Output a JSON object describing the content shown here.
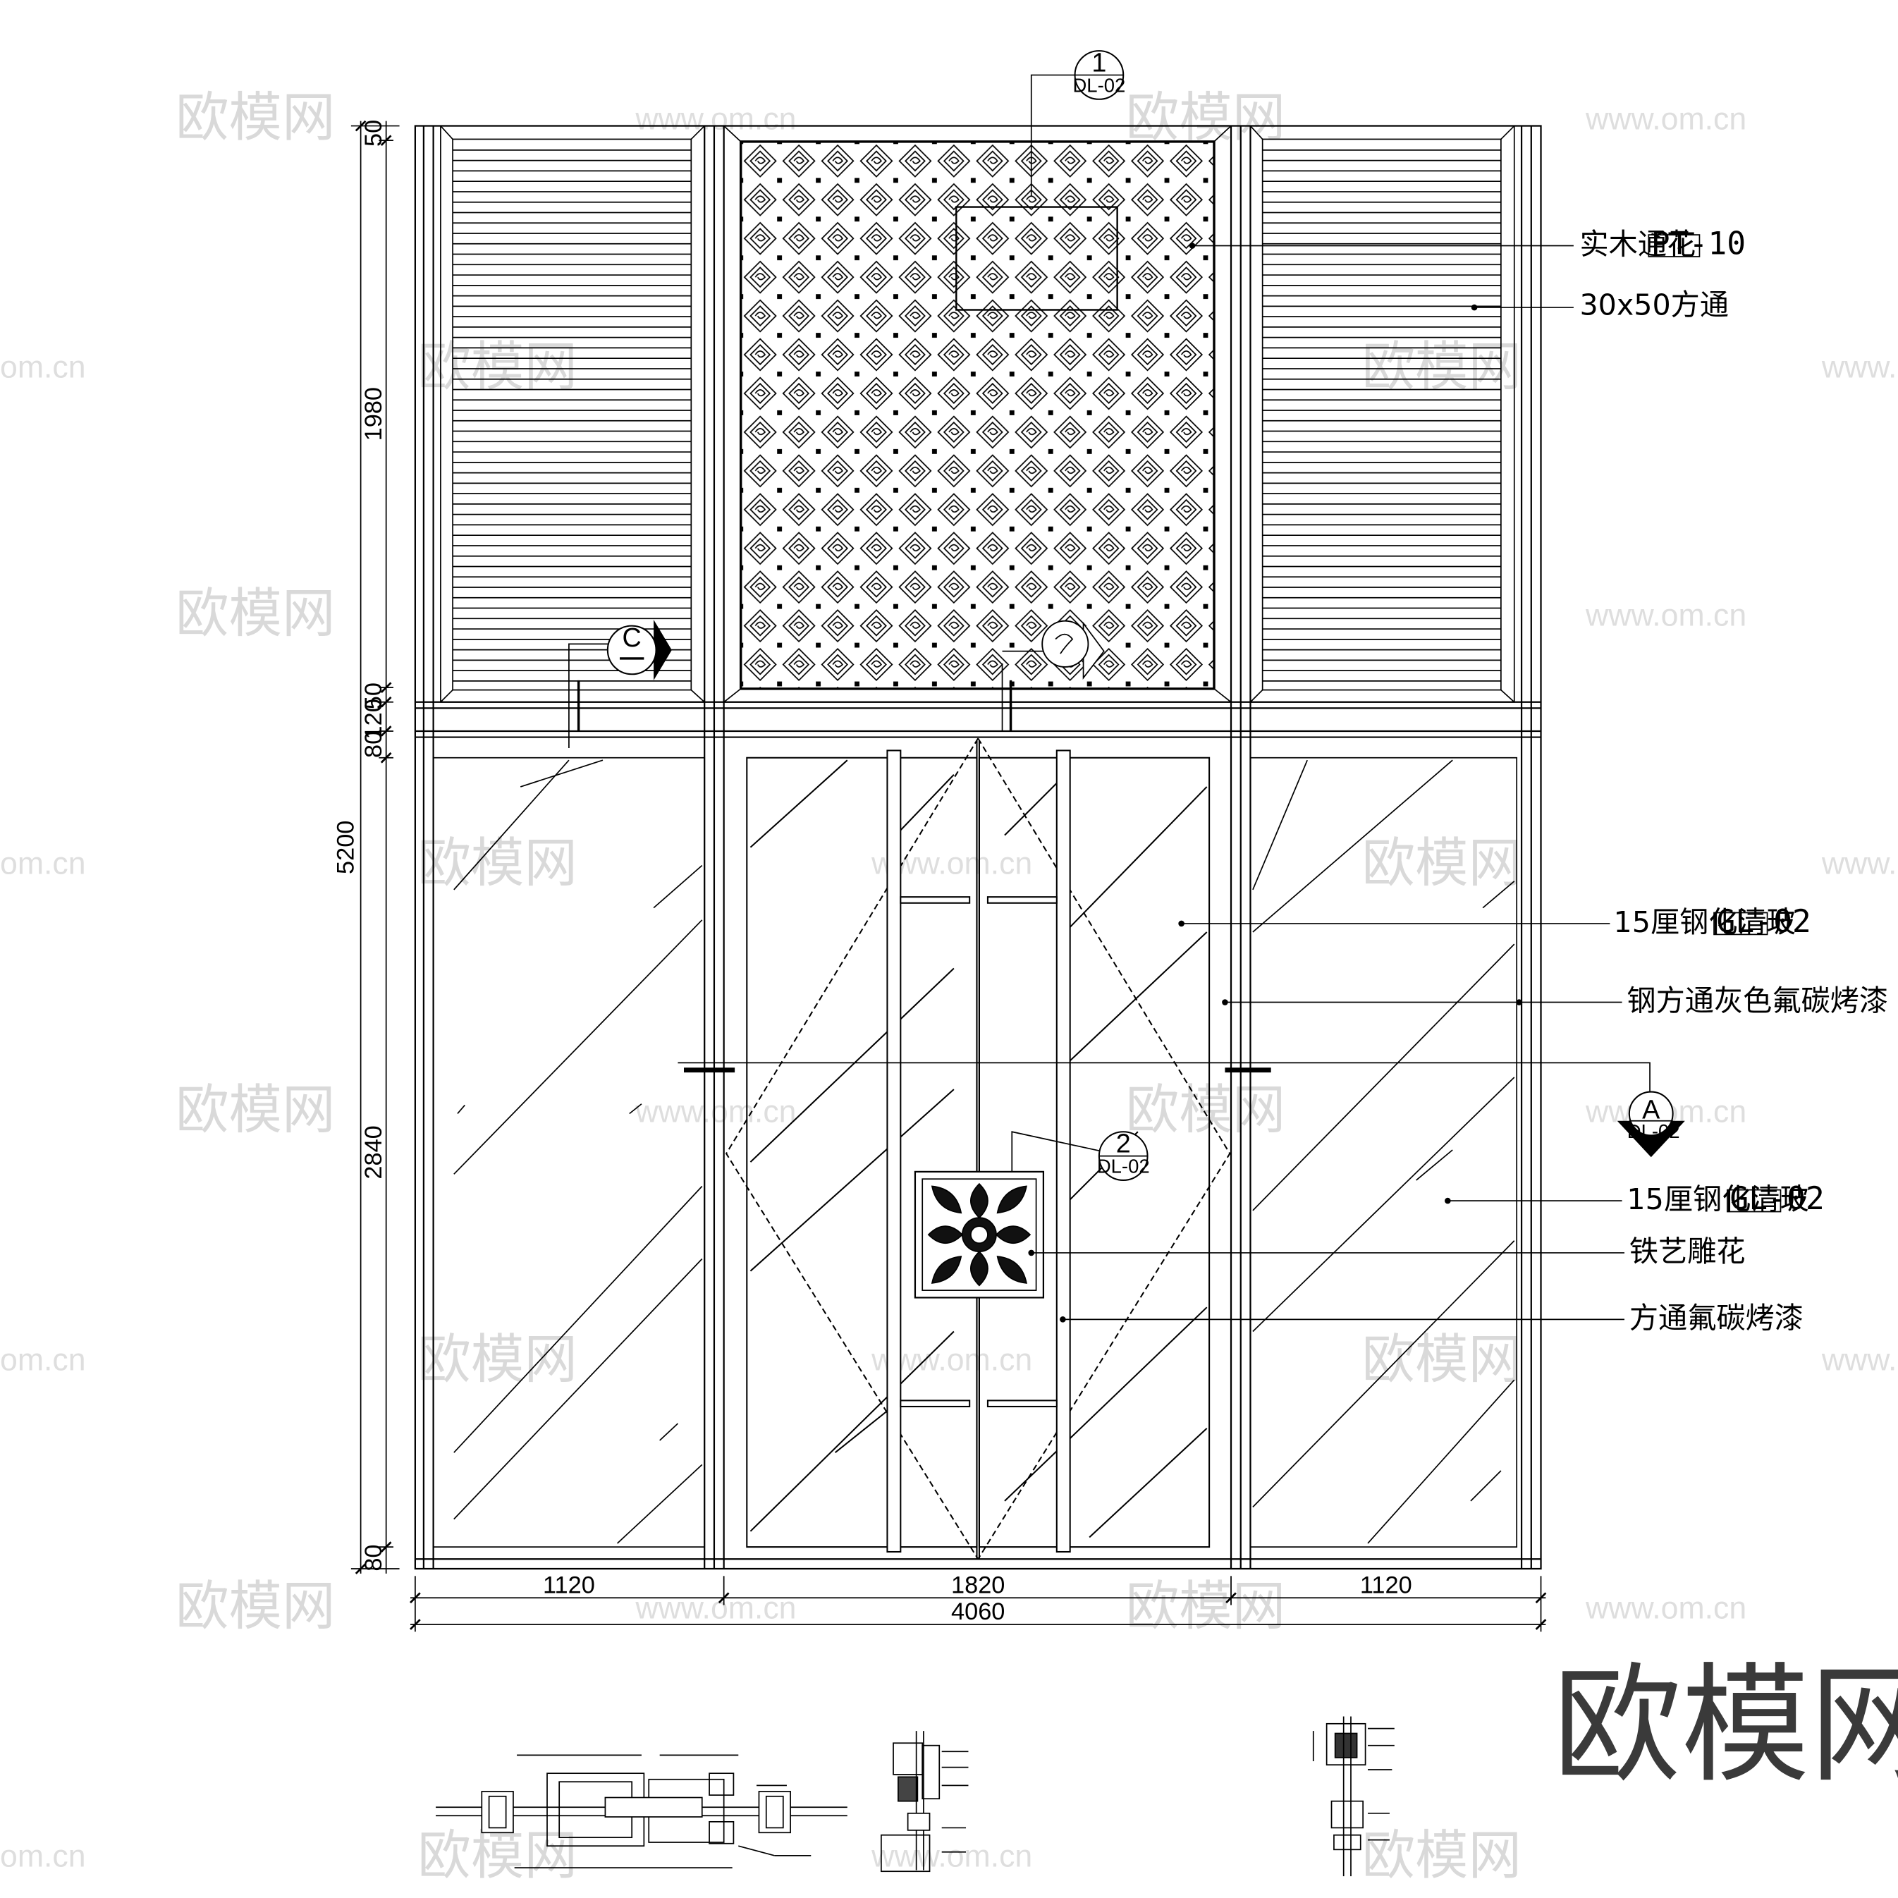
{
  "watermark": {
    "brand": "欧模网",
    "url": "www.om.cn",
    "url_short": "om.cn"
  },
  "logo": {
    "text": "欧模网"
  },
  "callouts": {
    "detail_1": {
      "number": "1",
      "sheet": "DL-02"
    },
    "detail_2": {
      "number": "2",
      "sheet": "DL-02"
    },
    "section_a": {
      "letter": "A",
      "sheet": "DL-02"
    },
    "section_c": {
      "letter": "C"
    }
  },
  "annotations": [
    {
      "text": "实木通花",
      "code": "PT-10"
    },
    {
      "text": "30x50方通",
      "code": ""
    },
    {
      "text": "15厘钢化清玻",
      "code": "GL-02"
    },
    {
      "text": "钢方通灰色氟碳烤漆",
      "code": ""
    },
    {
      "text": "15厘钢化清玻",
      "code": "GL-02"
    },
    {
      "text": "铁艺雕花",
      "code": ""
    },
    {
      "text": "方通氟碳烤漆",
      "code": ""
    }
  ],
  "dimensions": {
    "vertical": [
      "50",
      "1980",
      "50",
      "120",
      "80",
      "2840",
      "80"
    ],
    "overall_height": "5200",
    "horizontal": [
      "1120",
      "1820",
      "1120"
    ],
    "overall_width": "4060"
  }
}
